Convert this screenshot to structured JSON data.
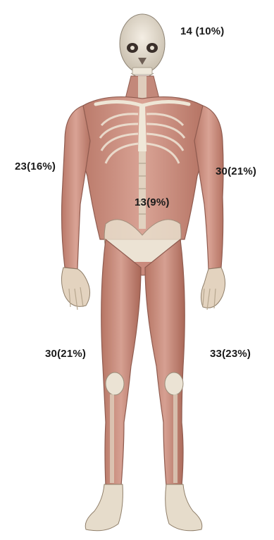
{
  "regions": {
    "head": {
      "label": "14 (10%)",
      "count": 14,
      "percent": 10
    },
    "right_arm": {
      "label": "23(16%)",
      "count": 23,
      "percent": 16
    },
    "left_arm": {
      "label": "30(21%)",
      "count": 30,
      "percent": 21
    },
    "trunk": {
      "label": "13(9%)",
      "count": 13,
      "percent": 9
    },
    "right_leg": {
      "label": "30(21%)",
      "count": 30,
      "percent": 21
    },
    "left_leg": {
      "label": "33(23%)",
      "count": 33,
      "percent": 23
    }
  },
  "colors": {
    "muscle": "#c98a7c",
    "muscle_dark": "#9a5a4e",
    "bone": "#ece4d6",
    "background": "#ffffff"
  }
}
